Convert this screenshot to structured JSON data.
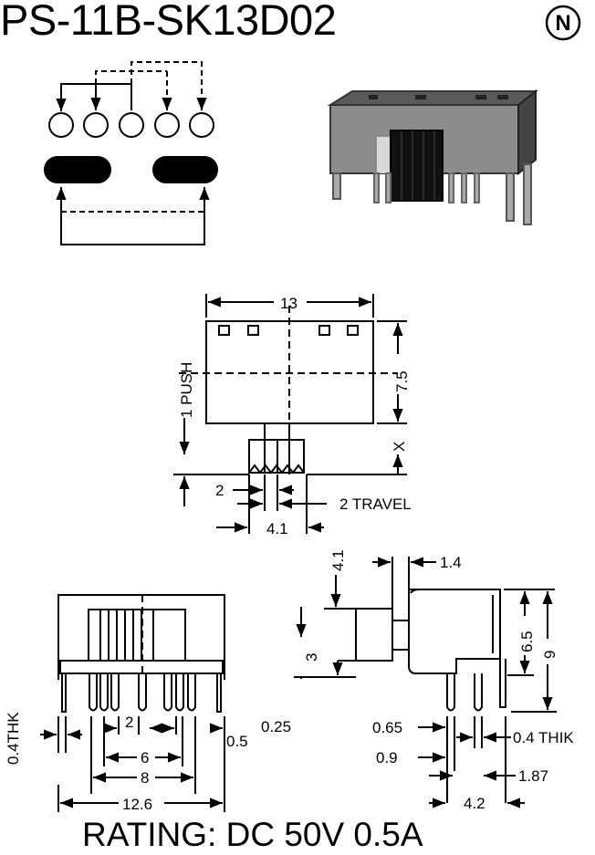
{
  "title": "PS-11B-SK13D02",
  "rating": "RATING: DC 50V 0.5A",
  "logo_letter": "N",
  "labels": {
    "w13": "13",
    "h75": "7.5",
    "push": "1 PUSH",
    "x": "X",
    "d2": "2",
    "travel": "2 TRAVEL",
    "d41": "4.1",
    "d41v": "4.1",
    "d14": "1.4",
    "d65": "6.5",
    "d9": "9",
    "d3": "3",
    "thk04": "0.4THK",
    "b2": "2",
    "b05": "0.5",
    "b025": "0.25",
    "b6": "6",
    "b8": "8",
    "b126": "12.6",
    "s065": "0.65",
    "s09": "0.9",
    "s04thk": "0.4 THIK",
    "s187": "1.87",
    "s42": "4.2"
  }
}
